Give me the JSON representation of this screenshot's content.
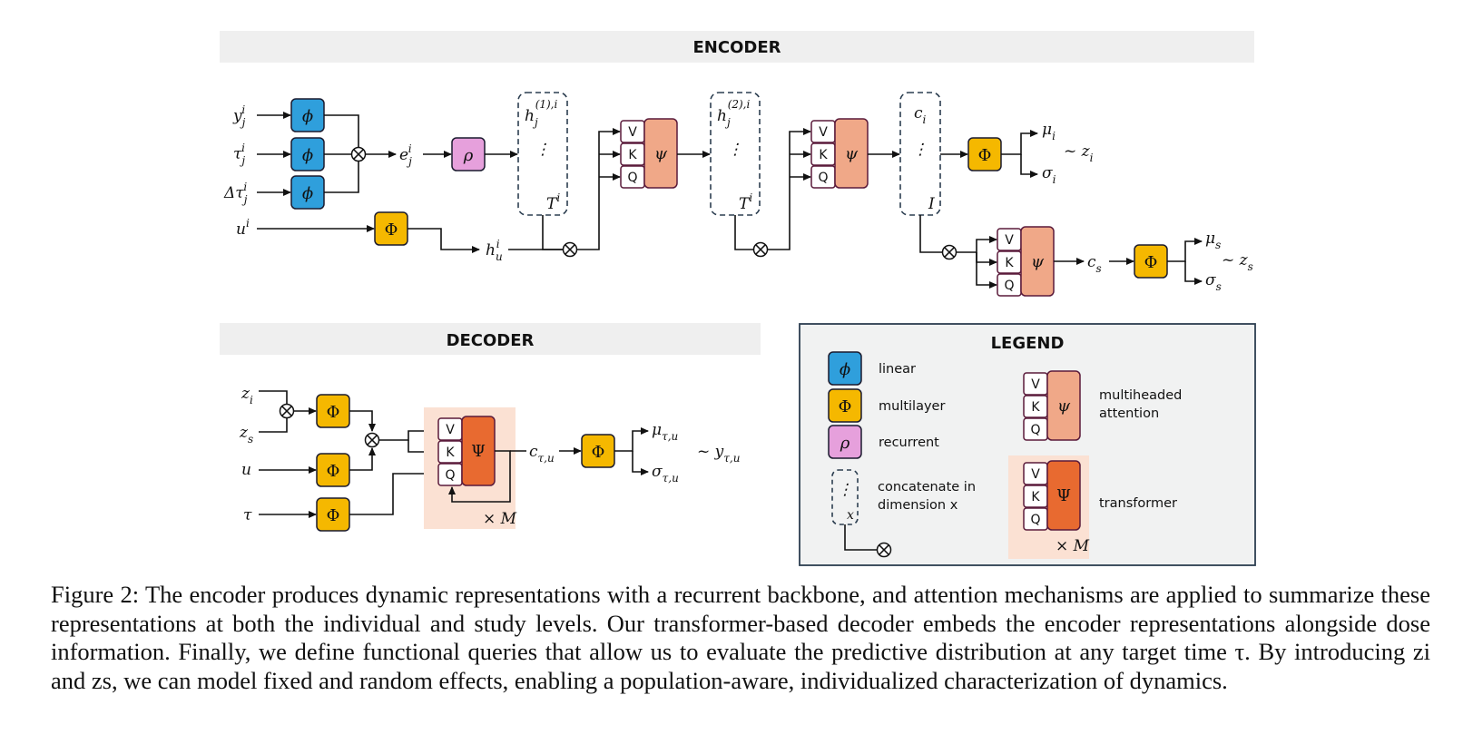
{
  "encoder": {
    "title": "ENCODER",
    "inputs": [
      "y",
      "τ",
      "Δτ",
      "u"
    ],
    "linear_symbol": "ϕ",
    "multilayer_symbol": "Φ",
    "recurrent_symbol": "ρ",
    "attention_symbol": "ψ",
    "transformer_symbol": "Ψ",
    "embedding": "e",
    "static_embedding": "h",
    "stack1_top": "h",
    "stack1_top_sup": "(1),i",
    "stack1_bottom": "T",
    "stack2_top": "h",
    "stack2_top_sup": "(2),i",
    "stack2_bottom": "T",
    "stack3_top": "c",
    "stack3_bottom": "I",
    "mu_i": "μ",
    "sigma_i": "σ",
    "z_i": "~ z",
    "c_s": "c",
    "mu_s": "μ",
    "sigma_s": "σ",
    "z_s": "~ z",
    "vkq": [
      "V",
      "K",
      "Q"
    ]
  },
  "decoder": {
    "title": "DECODER",
    "inputs": [
      "z",
      "z",
      "u",
      "τ"
    ],
    "output_c": "c",
    "output_c_sub": "τ,u",
    "mu": "μ",
    "mu_sub": "τ,u",
    "sigma": "σ",
    "sigma_sub": "τ,u",
    "y": "~ y",
    "y_sub": "τ,u",
    "times_m": "× M"
  },
  "legend": {
    "title": "LEGEND",
    "linear": "linear",
    "multilayer": "multilayer",
    "recurrent": "recurrent",
    "concat_line1": "concatenate in",
    "concat_line2": "dimension x",
    "concat_x": "x",
    "attention_line1": "multiheaded",
    "attention_line2": "attention",
    "transformer": "transformer",
    "times_m": "× M"
  },
  "caption": "Figure 2: The encoder produces dynamic representations with a recurrent backbone, and attention mechanisms are applied to summarize these representations at both the individual and study levels. Our transformer-based decoder embeds the encoder representations alongside dose information. Finally, we define functional queries that allow us to evaluate the predictive distribution at any target time τ. By introducing zi and zs, we can model fixed and random effects, enabling a population-aware, individualized characterization of dynamics.",
  "colors": {
    "linear": "#2f9fdc",
    "multilayer": "#f5b800",
    "recurrent": "#e6a0dc",
    "attention": "#f0a888",
    "transformer": "#e86a30",
    "transformer_bg": "#fbe1d3",
    "header_bg": "#efefef",
    "legend_bg": "#f1f2f2",
    "legend_border": "#2c3e50"
  }
}
